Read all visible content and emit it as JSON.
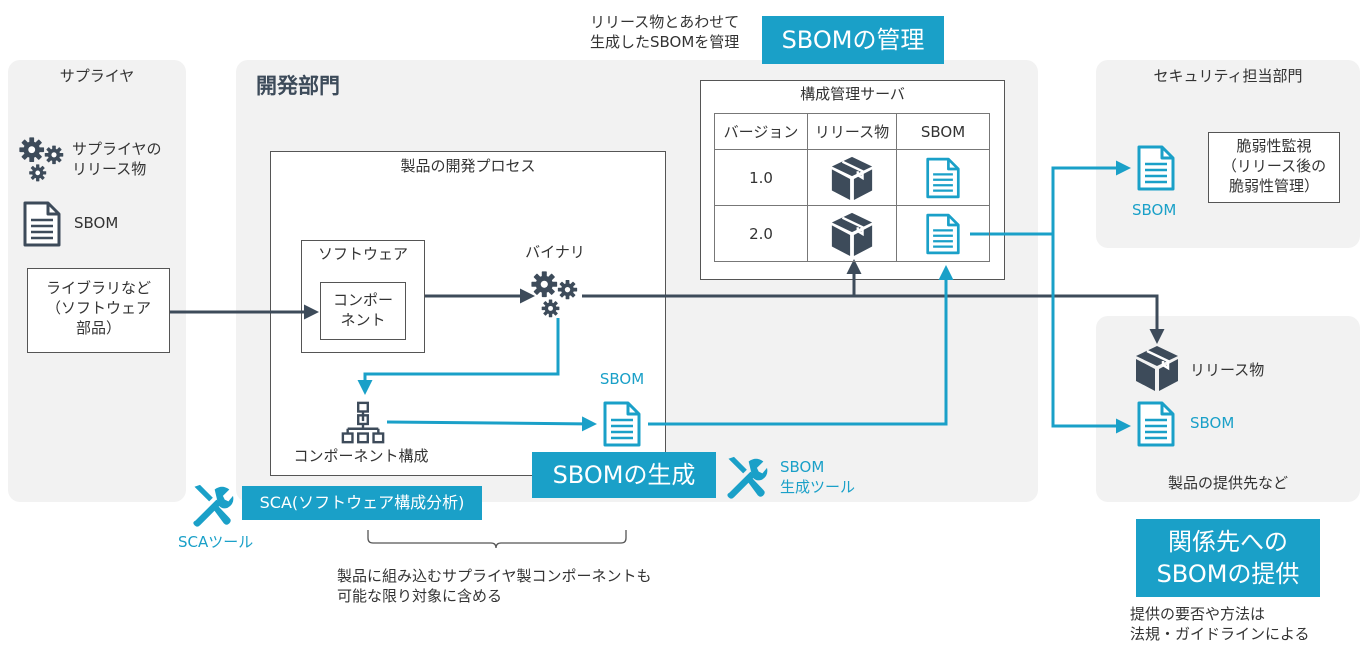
{
  "header": {
    "note_line1": "リリース物とあわせて",
    "note_line2": "生成したSBOMを管理",
    "tag_manage": "SBOMの管理"
  },
  "supplier": {
    "title": "サプライヤ",
    "release_line1": "サプライヤの",
    "release_line2": "リリース物",
    "sbom": "SBOM",
    "lib_line1": "ライブラリなど",
    "lib_line2": "（ソフトウェア",
    "lib_line3": "部品）"
  },
  "dev": {
    "title": "開発部門",
    "process_title": "製品の開発プロセス",
    "software": "ソフトウェア",
    "component_line1": "コンポー",
    "component_line2": "ネント",
    "binary": "バイナリ",
    "sbom": "SBOM",
    "composition": "コンポーネント構成",
    "tag_generate": "SBOMの生成",
    "tool_line1": "SBOM",
    "tool_line2": "生成ツール"
  },
  "config_server": {
    "title": "構成管理サーバ",
    "headers": [
      "バージョン",
      "リリース物",
      "SBOM"
    ],
    "rows": [
      "1.0",
      "2.0"
    ]
  },
  "security": {
    "title": "セキュリティ担当部門",
    "sbom": "SBOM",
    "monitor_line1": "脆弱性監視",
    "monitor_line2": "（リリース後の",
    "monitor_line3": "脆弱性管理）"
  },
  "customer": {
    "release": "リリース物",
    "sbom": "SBOM",
    "title": "製品の提供先など"
  },
  "provide": {
    "tag_line1": "関係先への",
    "tag_line2": "SBOMの提供",
    "note_line1": "提供の要否や方法は",
    "note_line2": "法規・ガイドラインによる"
  },
  "sca": {
    "tag": "SCA(ソフトウェア構成分析)",
    "tool": "SCAツール",
    "note_line1": "製品に組み込むサプライヤ製コンポーネントも",
    "note_line2": "可能な限り対象に含める"
  },
  "colors": {
    "accent": "#1aa0c8",
    "dark": "#3d4b5a",
    "panel": "#f2f2f2"
  }
}
